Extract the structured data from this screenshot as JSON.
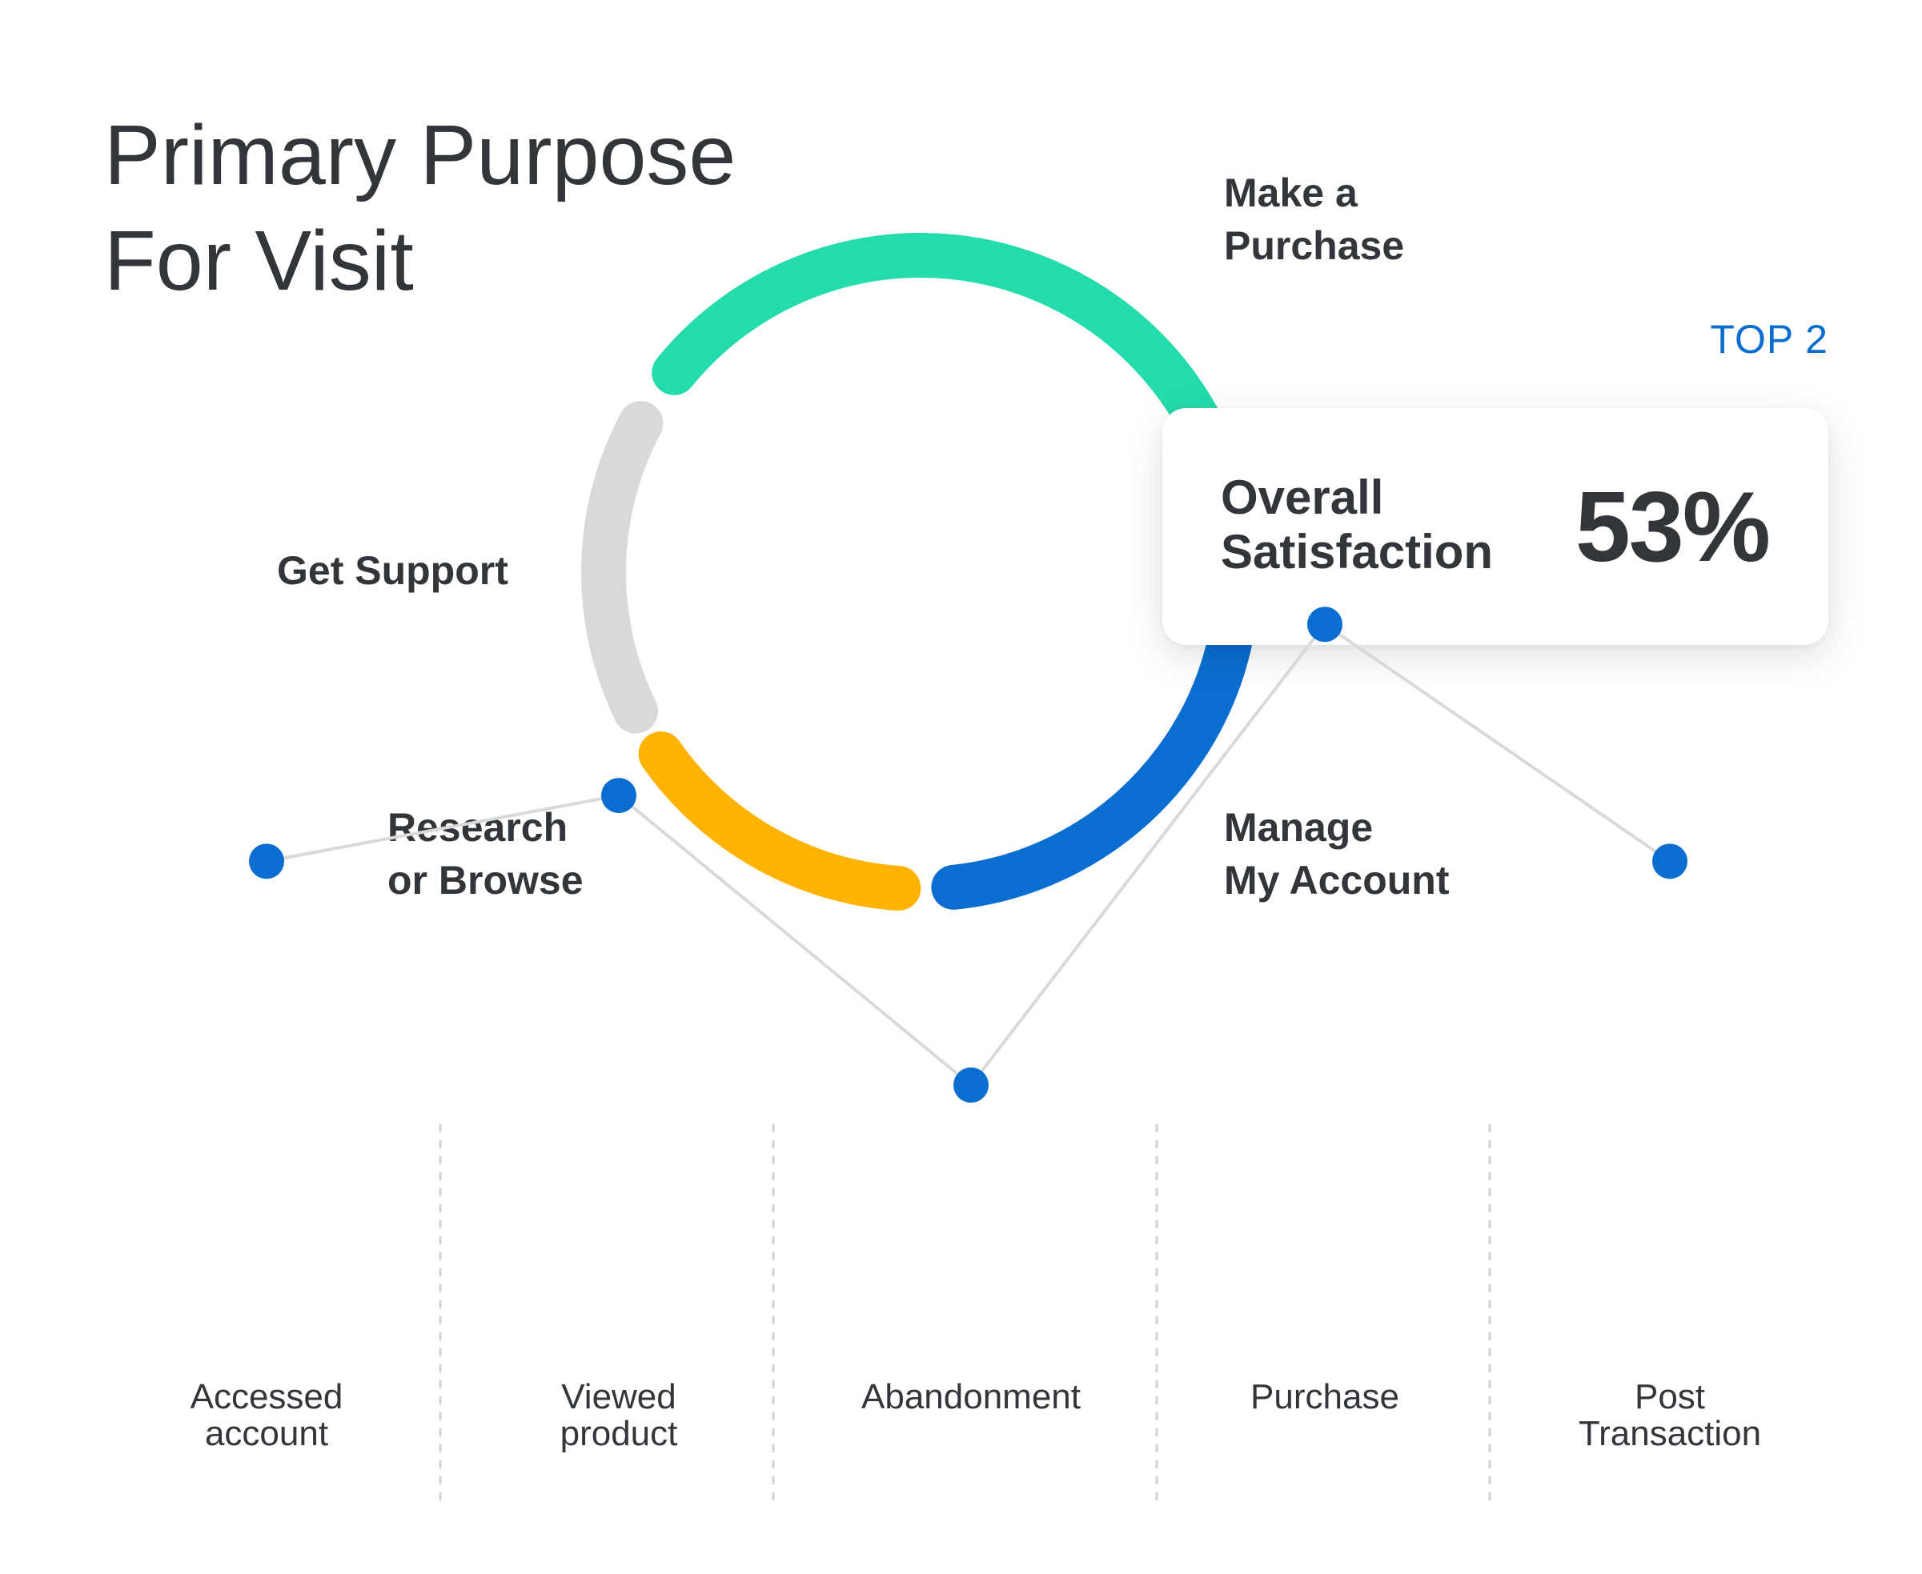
{
  "title": {
    "line1": "Primary Purpose",
    "line2": "For Visit"
  },
  "colors": {
    "make_purchase": "#24dcab",
    "manage_account": "#0a6ed1",
    "research_browse": "#ffb300",
    "get_support": "#d9d9d9",
    "point": "#0a6ed1",
    "line": "#d9d9d9",
    "text": "#32363a"
  },
  "top_label": "TOP 2",
  "summary_card": {
    "label_line1": "Overall",
    "label_line2": "Satisfaction",
    "value": "53%"
  },
  "chart_data": [
    {
      "type": "pie",
      "style": "donut",
      "segments": [
        {
          "label": "Make a Purchase",
          "label_lines": [
            "Make a",
            "Purchase"
          ],
          "color": "#24dcab"
        },
        {
          "label": "Manage My Account",
          "label_lines": [
            "Manage",
            "My Account"
          ],
          "color": "#0a6ed1"
        },
        {
          "label": "Research or Browse",
          "label_lines": [
            "Research",
            "or Browse"
          ],
          "color": "#ffb300"
        },
        {
          "label": "Get Support",
          "label_lines": [
            "Get Support"
          ],
          "color": "#d9d9d9"
        }
      ],
      "arcs_deg": [
        {
          "start": -51,
          "end": 72
        },
        {
          "start": 79,
          "end": 174
        },
        {
          "start": 184,
          "end": 235
        },
        {
          "start": 244,
          "end": 298
        }
      ]
    },
    {
      "type": "line",
      "categories": [
        "Accessed account",
        "Viewed product",
        "Abandonment",
        "Purchase",
        "Post Transaction"
      ],
      "category_lines": [
        [
          "Accessed",
          "account"
        ],
        [
          "Viewed",
          "product"
        ],
        [
          "Abandonment"
        ],
        [
          "Purchase"
        ],
        [
          "Post",
          "Transaction"
        ]
      ],
      "values": [
        57,
        62,
        40,
        75,
        57
      ],
      "ylim": [
        0,
        100
      ],
      "grid": "vertical dashed separators between stages",
      "point_color": "#0a6ed1",
      "line_color": "#d9d9d9"
    }
  ]
}
